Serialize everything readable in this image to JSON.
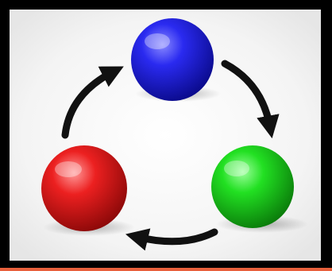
{
  "diagram": {
    "kind": "cycle",
    "nodes": [
      {
        "id": "blue",
        "color": "#1414e0"
      },
      {
        "id": "green",
        "color": "#14d814"
      },
      {
        "id": "red",
        "color": "#e01616"
      }
    ],
    "edges": [
      {
        "from": "blue",
        "to": "green"
      },
      {
        "from": "green",
        "to": "red"
      },
      {
        "from": "red",
        "to": "blue"
      }
    ],
    "colors": {
      "frame": "#000000",
      "background": "#ffffff",
      "arrow": "#111111",
      "bottom_accent": "#e8603c"
    }
  }
}
